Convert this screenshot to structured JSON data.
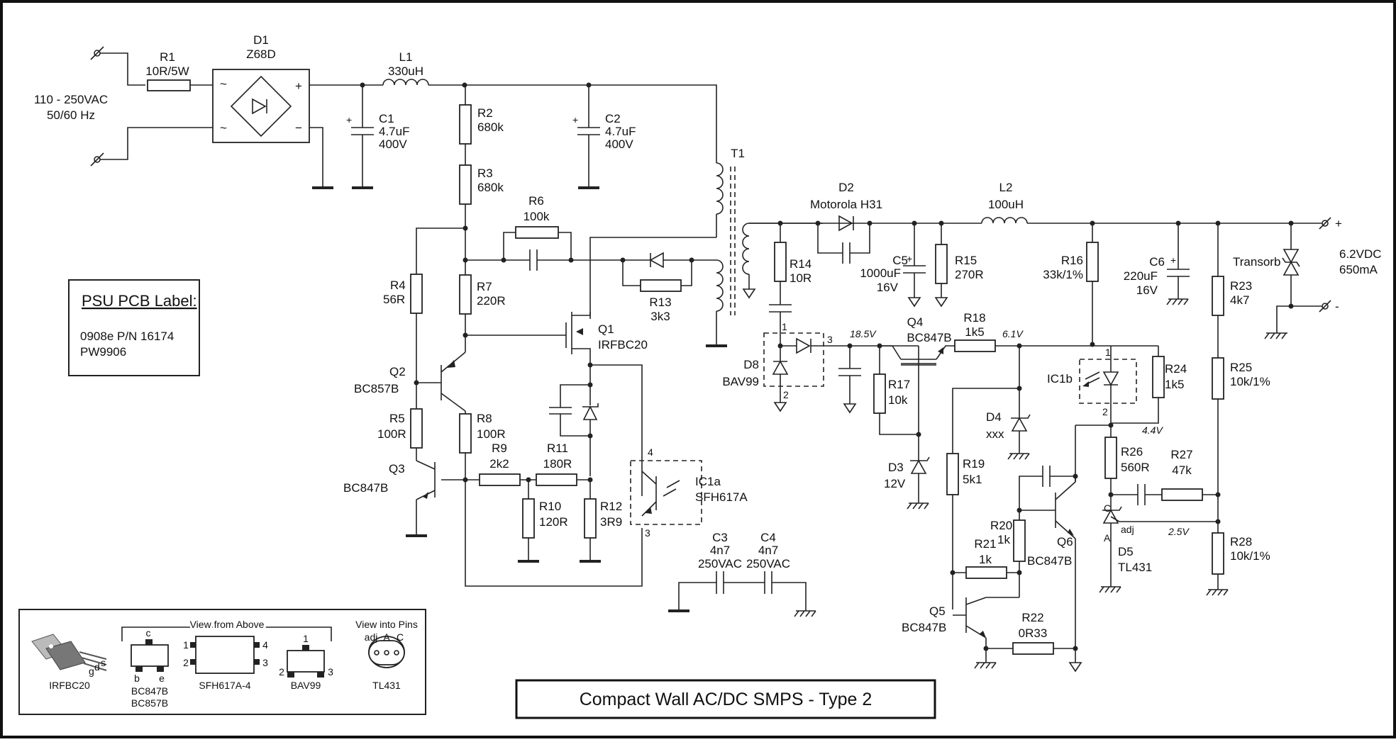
{
  "title": "Compact Wall AC/DC SMPS - Type 2",
  "input": {
    "voltage": "110 - 250VAC",
    "frequency": "50/60 Hz"
  },
  "output": {
    "voltage": "6.2VDC",
    "current": "650mA",
    "plus": "+",
    "minus": "-"
  },
  "pcb_label": {
    "heading": "PSU PCB Label:",
    "line1": "0908e P/N 16174",
    "line2": "PW9906"
  },
  "components": {
    "R1": [
      "R1",
      "10R/5W"
    ],
    "D1": [
      "D1",
      "Z68D"
    ],
    "L1": [
      "L1",
      "330uH"
    ],
    "C1": [
      "C1",
      "4.7uF",
      "400V"
    ],
    "R2": [
      "R2",
      "680k"
    ],
    "C2": [
      "C2",
      "4.7uF",
      "400V"
    ],
    "R3": [
      "R3",
      "680k"
    ],
    "T1": [
      "T1"
    ],
    "R6": [
      "R6",
      "100k"
    ],
    "R4": [
      "R4",
      "56R"
    ],
    "R7": [
      "R7",
      "220R"
    ],
    "R13": [
      "R13",
      "3k3"
    ],
    "Q1": [
      "Q1",
      "IRFBC20"
    ],
    "Q2": [
      "Q2",
      "BC857B"
    ],
    "R5": [
      "R5",
      "100R"
    ],
    "R8": [
      "R8",
      "100R"
    ],
    "Q3": [
      "Q3",
      "BC847B"
    ],
    "R9": [
      "R9",
      "2k2"
    ],
    "R11": [
      "R11",
      "180R"
    ],
    "R10": [
      "R10",
      "120R"
    ],
    "R12": [
      "R12",
      "3R9"
    ],
    "IC1a": [
      "IC1a",
      "SFH617A"
    ],
    "C3": [
      "C3",
      "4n7",
      "250VAC"
    ],
    "C4": [
      "C4",
      "4n7",
      "250VAC"
    ],
    "D2": [
      "D2",
      "Motorola H31"
    ],
    "L2": [
      "L2",
      "100uH"
    ],
    "C5": [
      "C5",
      "1000uF",
      "16V"
    ],
    "R15": [
      "R15",
      "270R"
    ],
    "R14": [
      "R14",
      "10R"
    ],
    "D8": [
      "D8",
      "BAV99"
    ],
    "Q4": [
      "Q4",
      "BC847B"
    ],
    "R18": [
      "R18",
      "1k5"
    ],
    "R17": [
      "R17",
      "10k"
    ],
    "D3": [
      "D3",
      "12V"
    ],
    "R16": [
      "R16",
      "33k/1%"
    ],
    "C6": [
      "C6",
      "220uF",
      "16V"
    ],
    "R23": [
      "R23",
      "4k7"
    ],
    "Transorb": [
      "Transorb"
    ],
    "IC1b": [
      "IC1b"
    ],
    "R24": [
      "R24",
      "1k5"
    ],
    "D4": [
      "D4",
      "xxx"
    ],
    "R19": [
      "R19",
      "5k1"
    ],
    "R26": [
      "R26",
      "560R"
    ],
    "R27": [
      "R27",
      "47k"
    ],
    "R25": [
      "R25",
      "10k/1%"
    ],
    "R20": [
      "R20",
      "1k"
    ],
    "R21": [
      "R21",
      "1k"
    ],
    "Q6": [
      "Q6",
      "BC847B"
    ],
    "D5": [
      "D5",
      "TL431"
    ],
    "R28": [
      "R28",
      "10k/1%"
    ],
    "Q5": [
      "Q5",
      "BC847B"
    ],
    "R22": [
      "R22",
      "0R33"
    ]
  },
  "voltages": {
    "v1": "18.5V",
    "v2": "6.1V",
    "v3": "4.4V",
    "v4": "2.5V"
  },
  "pins": {
    "d8_1": "1",
    "d8_2": "2",
    "d8_3": "3",
    "ic1a_4": "4",
    "ic1a_3": "3",
    "ic1b_1": "1",
    "ic1b_2": "2",
    "d5_c": "C",
    "d5_a": "A",
    "d5_adj": "adj"
  },
  "legend": {
    "view_above": "View from Above",
    "view_pins": "View into Pins",
    "irfbc20": "IRFBC20",
    "irfbc20_pins": [
      "g",
      "d",
      "s"
    ],
    "sot_pins": [
      "c",
      "b",
      "e"
    ],
    "bc847b": "BC847B",
    "bc857b": "BC857B",
    "sfh": "SFH617A-4",
    "sfh_pins": [
      "1",
      "2",
      "4",
      "3"
    ],
    "bav99": "BAV99",
    "bav99_pins": [
      "1",
      "2",
      "3"
    ],
    "tl431": "TL431",
    "tl431_pins": [
      "adj",
      "A",
      "C"
    ]
  },
  "colors": {
    "background": "#ffffff",
    "ink": "#222222",
    "frame": "#111111"
  }
}
